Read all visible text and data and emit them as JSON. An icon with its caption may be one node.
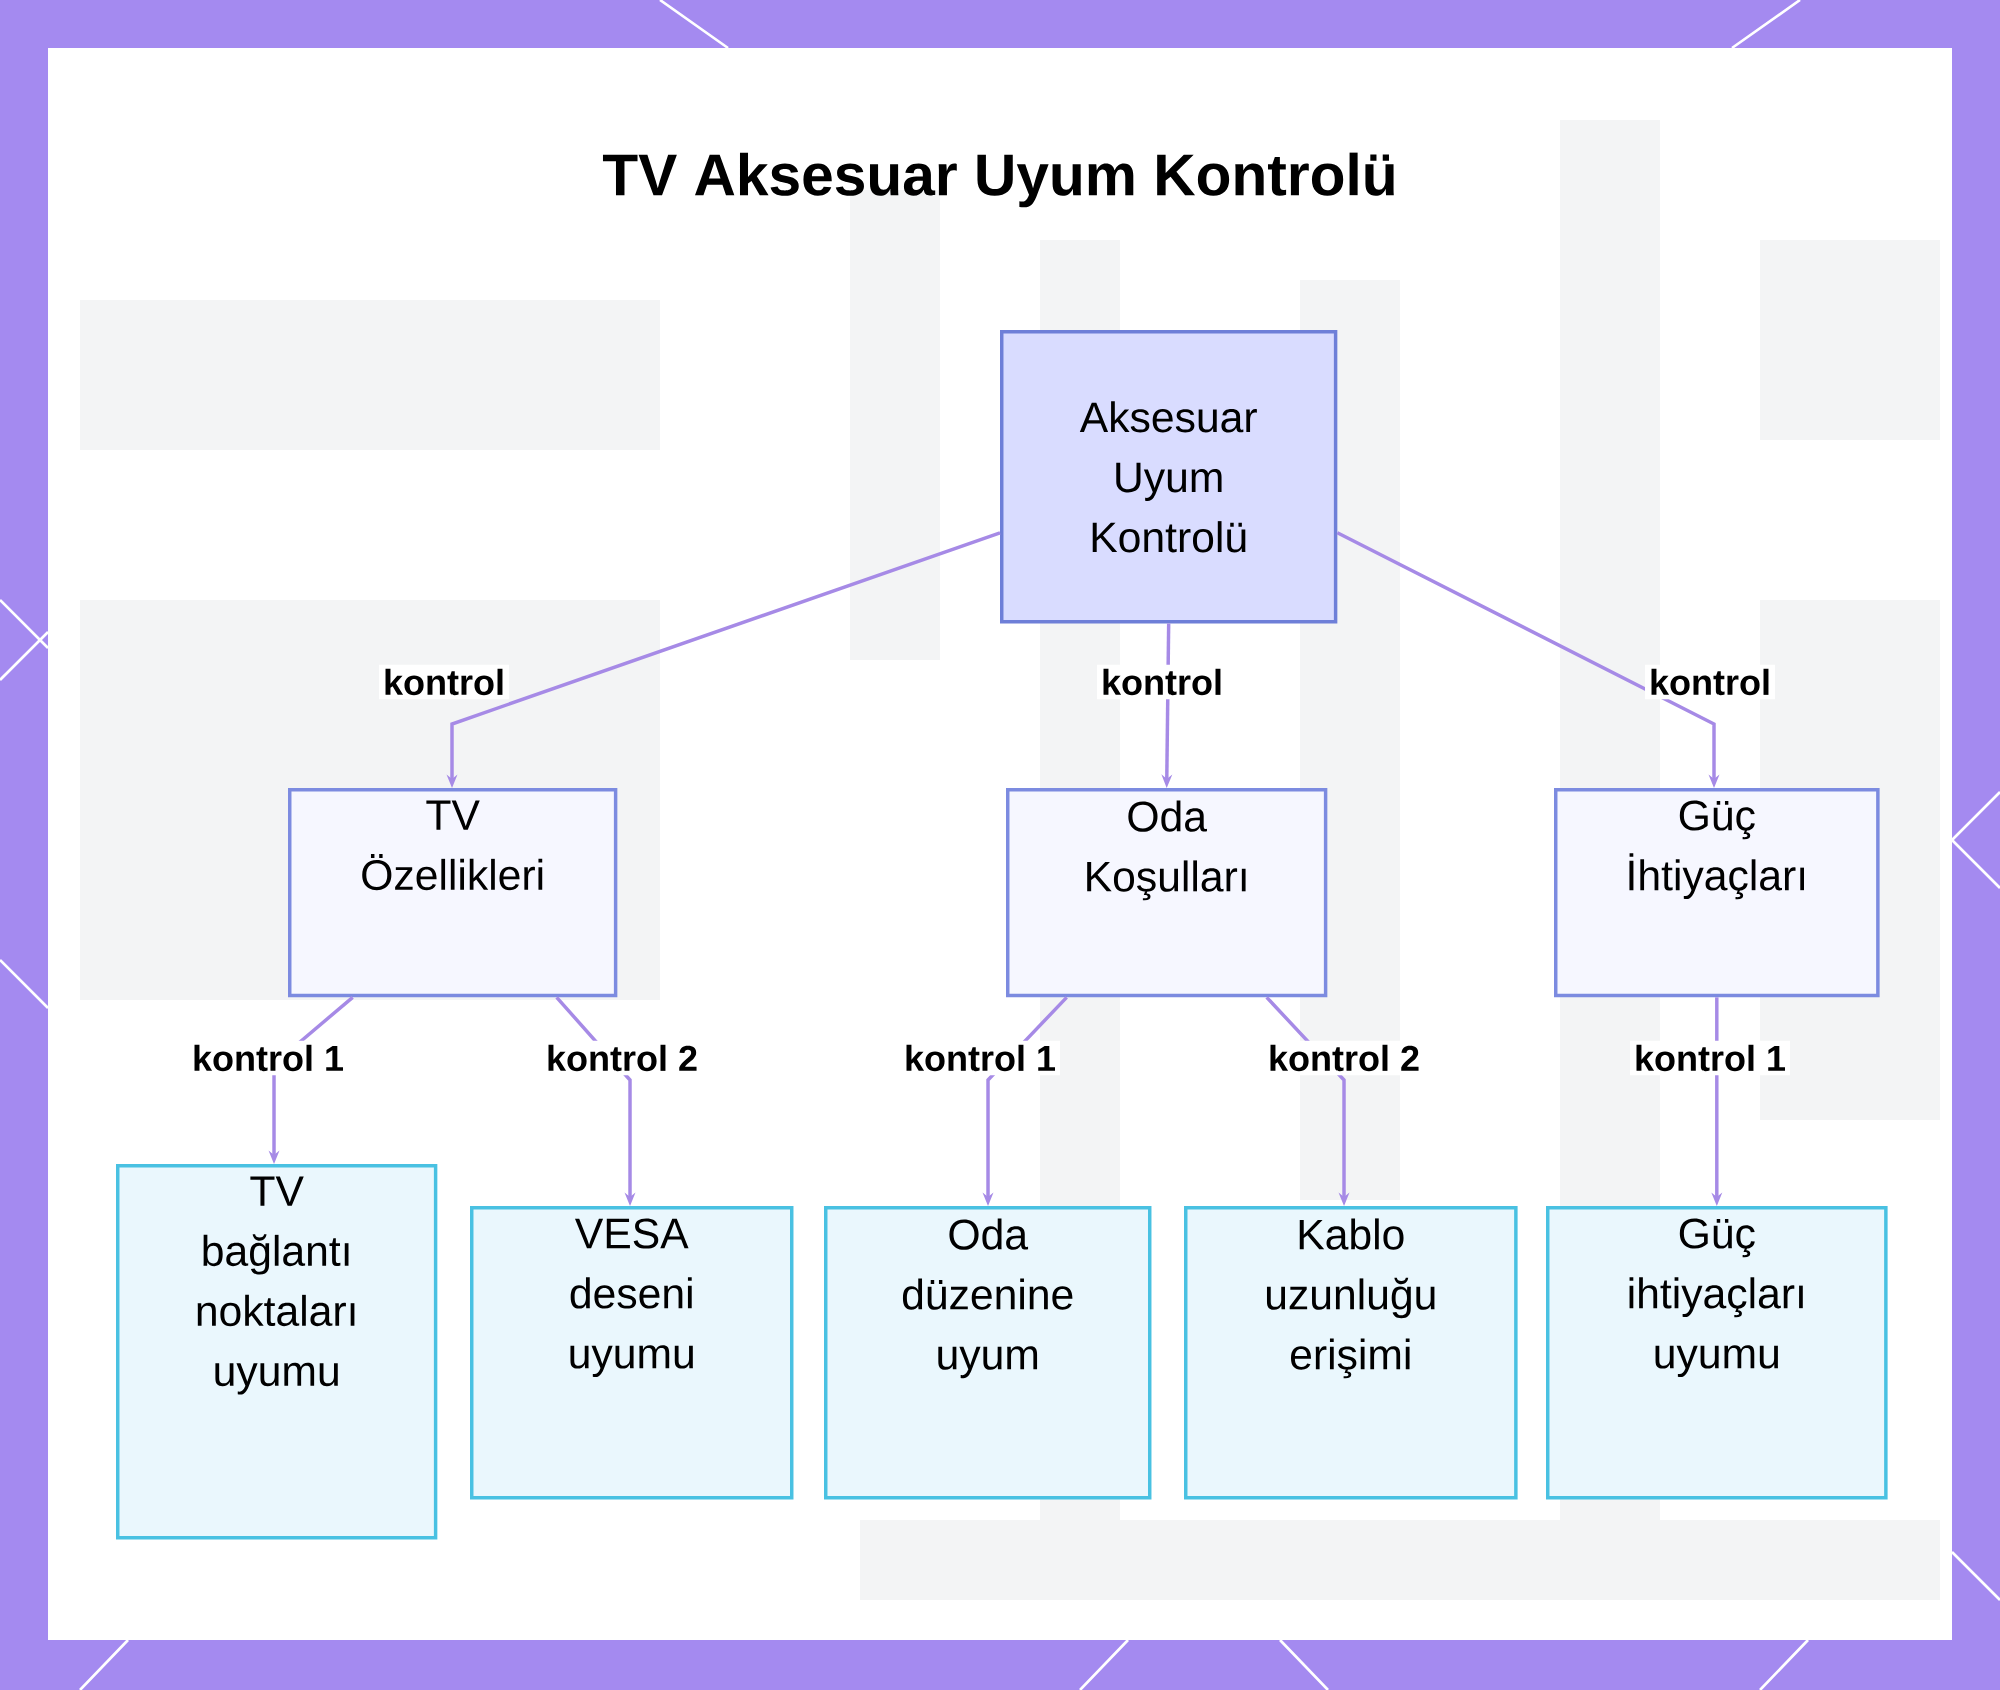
{
  "diagram": {
    "title": "TV Aksesuar Uyum Kontrolü",
    "nodes": [
      {
        "text": [
          "Aksesuar Uyum Kontrolü"
        ]
      },
      {
        "text": [
          "TV Özellikleri"
        ]
      },
      {
        "text": [
          "Oda Koşulları"
        ]
      },
      {
        "text": [
          "Güç İhtiyaçları"
        ]
      },
      {
        "text": [
          "TV bağlantı noktaları uyumu"
        ]
      },
      {
        "text": [
          "VESA deseni uyumu"
        ]
      },
      {
        "text": [
          "Oda düzenine uyum"
        ]
      },
      {
        "text": [
          "Kablo uzunluğu erişimi"
        ]
      },
      {
        "text": [
          "Güç ihtiyaçları uyumu"
        ]
      }
    ],
    "edges": [
      {
        "from": 0,
        "to": 1,
        "arrow": "to",
        "label": "kontrol"
      },
      {
        "from": 0,
        "to": 2,
        "arrow": "to",
        "label": "kontrol"
      },
      {
        "from": 0,
        "to": 3,
        "arrow": "to",
        "label": "kontrol"
      },
      {
        "from": 1,
        "to": 4,
        "arrow": "to",
        "label": "kontrol 1"
      },
      {
        "from": 1,
        "to": 5,
        "arrow": "to",
        "label": "kontrol 2"
      },
      {
        "from": 2,
        "to": 6,
        "arrow": "to",
        "label": "kontrol 1"
      },
      {
        "from": 2,
        "to": 7,
        "arrow": "to",
        "label": "kontrol 2"
      },
      {
        "from": 3,
        "to": 8,
        "arrow": "to",
        "label": "kontrol 1"
      }
    ]
  }
}
